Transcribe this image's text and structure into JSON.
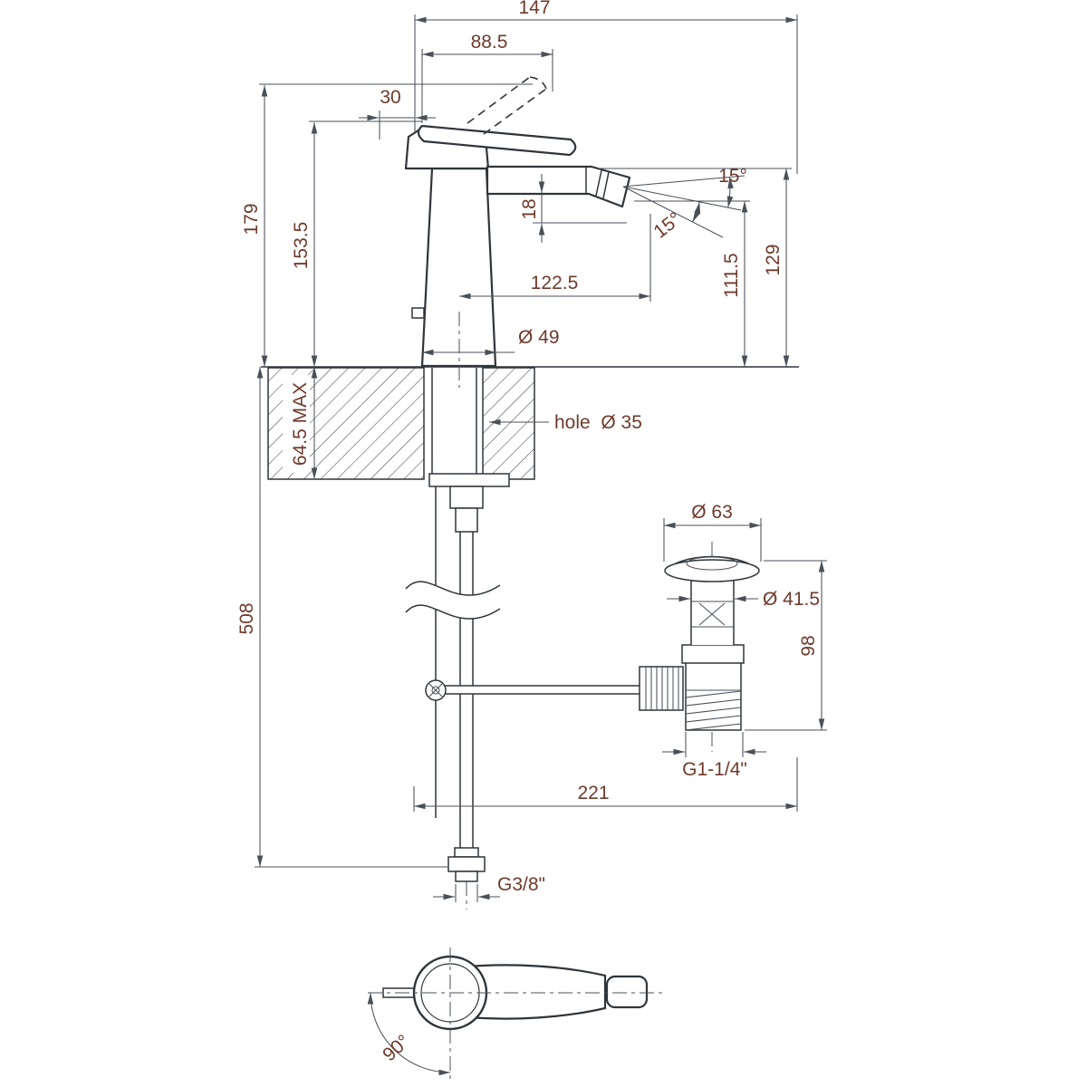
{
  "colors": {
    "line": "#2f353b",
    "dim": "#4a5058",
    "text": "#6f3a2c"
  },
  "dims": {
    "w147": "147",
    "w88_5": "88.5",
    "w30": "30",
    "h179": "179",
    "h153_5": "153.5",
    "h18": "18",
    "w122_5": "122.5",
    "a15_top": "15°",
    "a15_bot": "15°",
    "h111_5": "111.5",
    "h129": "129",
    "d49": "Ø 49",
    "deck_max": "64.5 MAX",
    "hole": "hole  Ø 35",
    "h508": "508",
    "d63": "Ø 63",
    "d41_5": "Ø 41.5",
    "h98": "98",
    "thread_drain": "G1-1/4\"",
    "w221": "221",
    "thread_supply": "G3/8\"",
    "a90": "90°"
  }
}
